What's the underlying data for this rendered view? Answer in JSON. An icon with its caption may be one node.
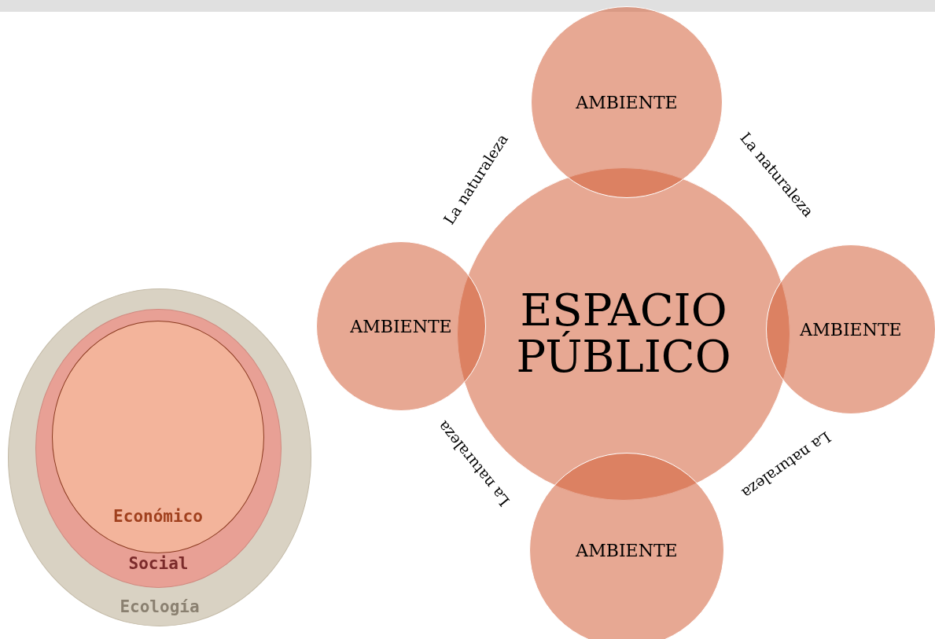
{
  "diagram": {
    "nodes": [
      {
        "text": [
          "Ecología"
        ]
      },
      {
        "text": [
          "Social"
        ],
        "in": 0
      },
      {
        "text": [
          "Económico"
        ],
        "in": 1
      },
      {
        "text": [
          "ESPACIO PÚBLICO"
        ]
      },
      {
        "text": [
          "AMBIENTE"
        ]
      },
      {
        "text": [
          "AMBIENTE"
        ]
      },
      {
        "text": [
          "AMBIENTE"
        ]
      },
      {
        "text": [
          "AMBIENTE"
        ]
      }
    ],
    "labels": [
      "La naturaleza",
      "La naturaleza",
      "La naturaleza",
      "La naturaleza"
    ]
  }
}
